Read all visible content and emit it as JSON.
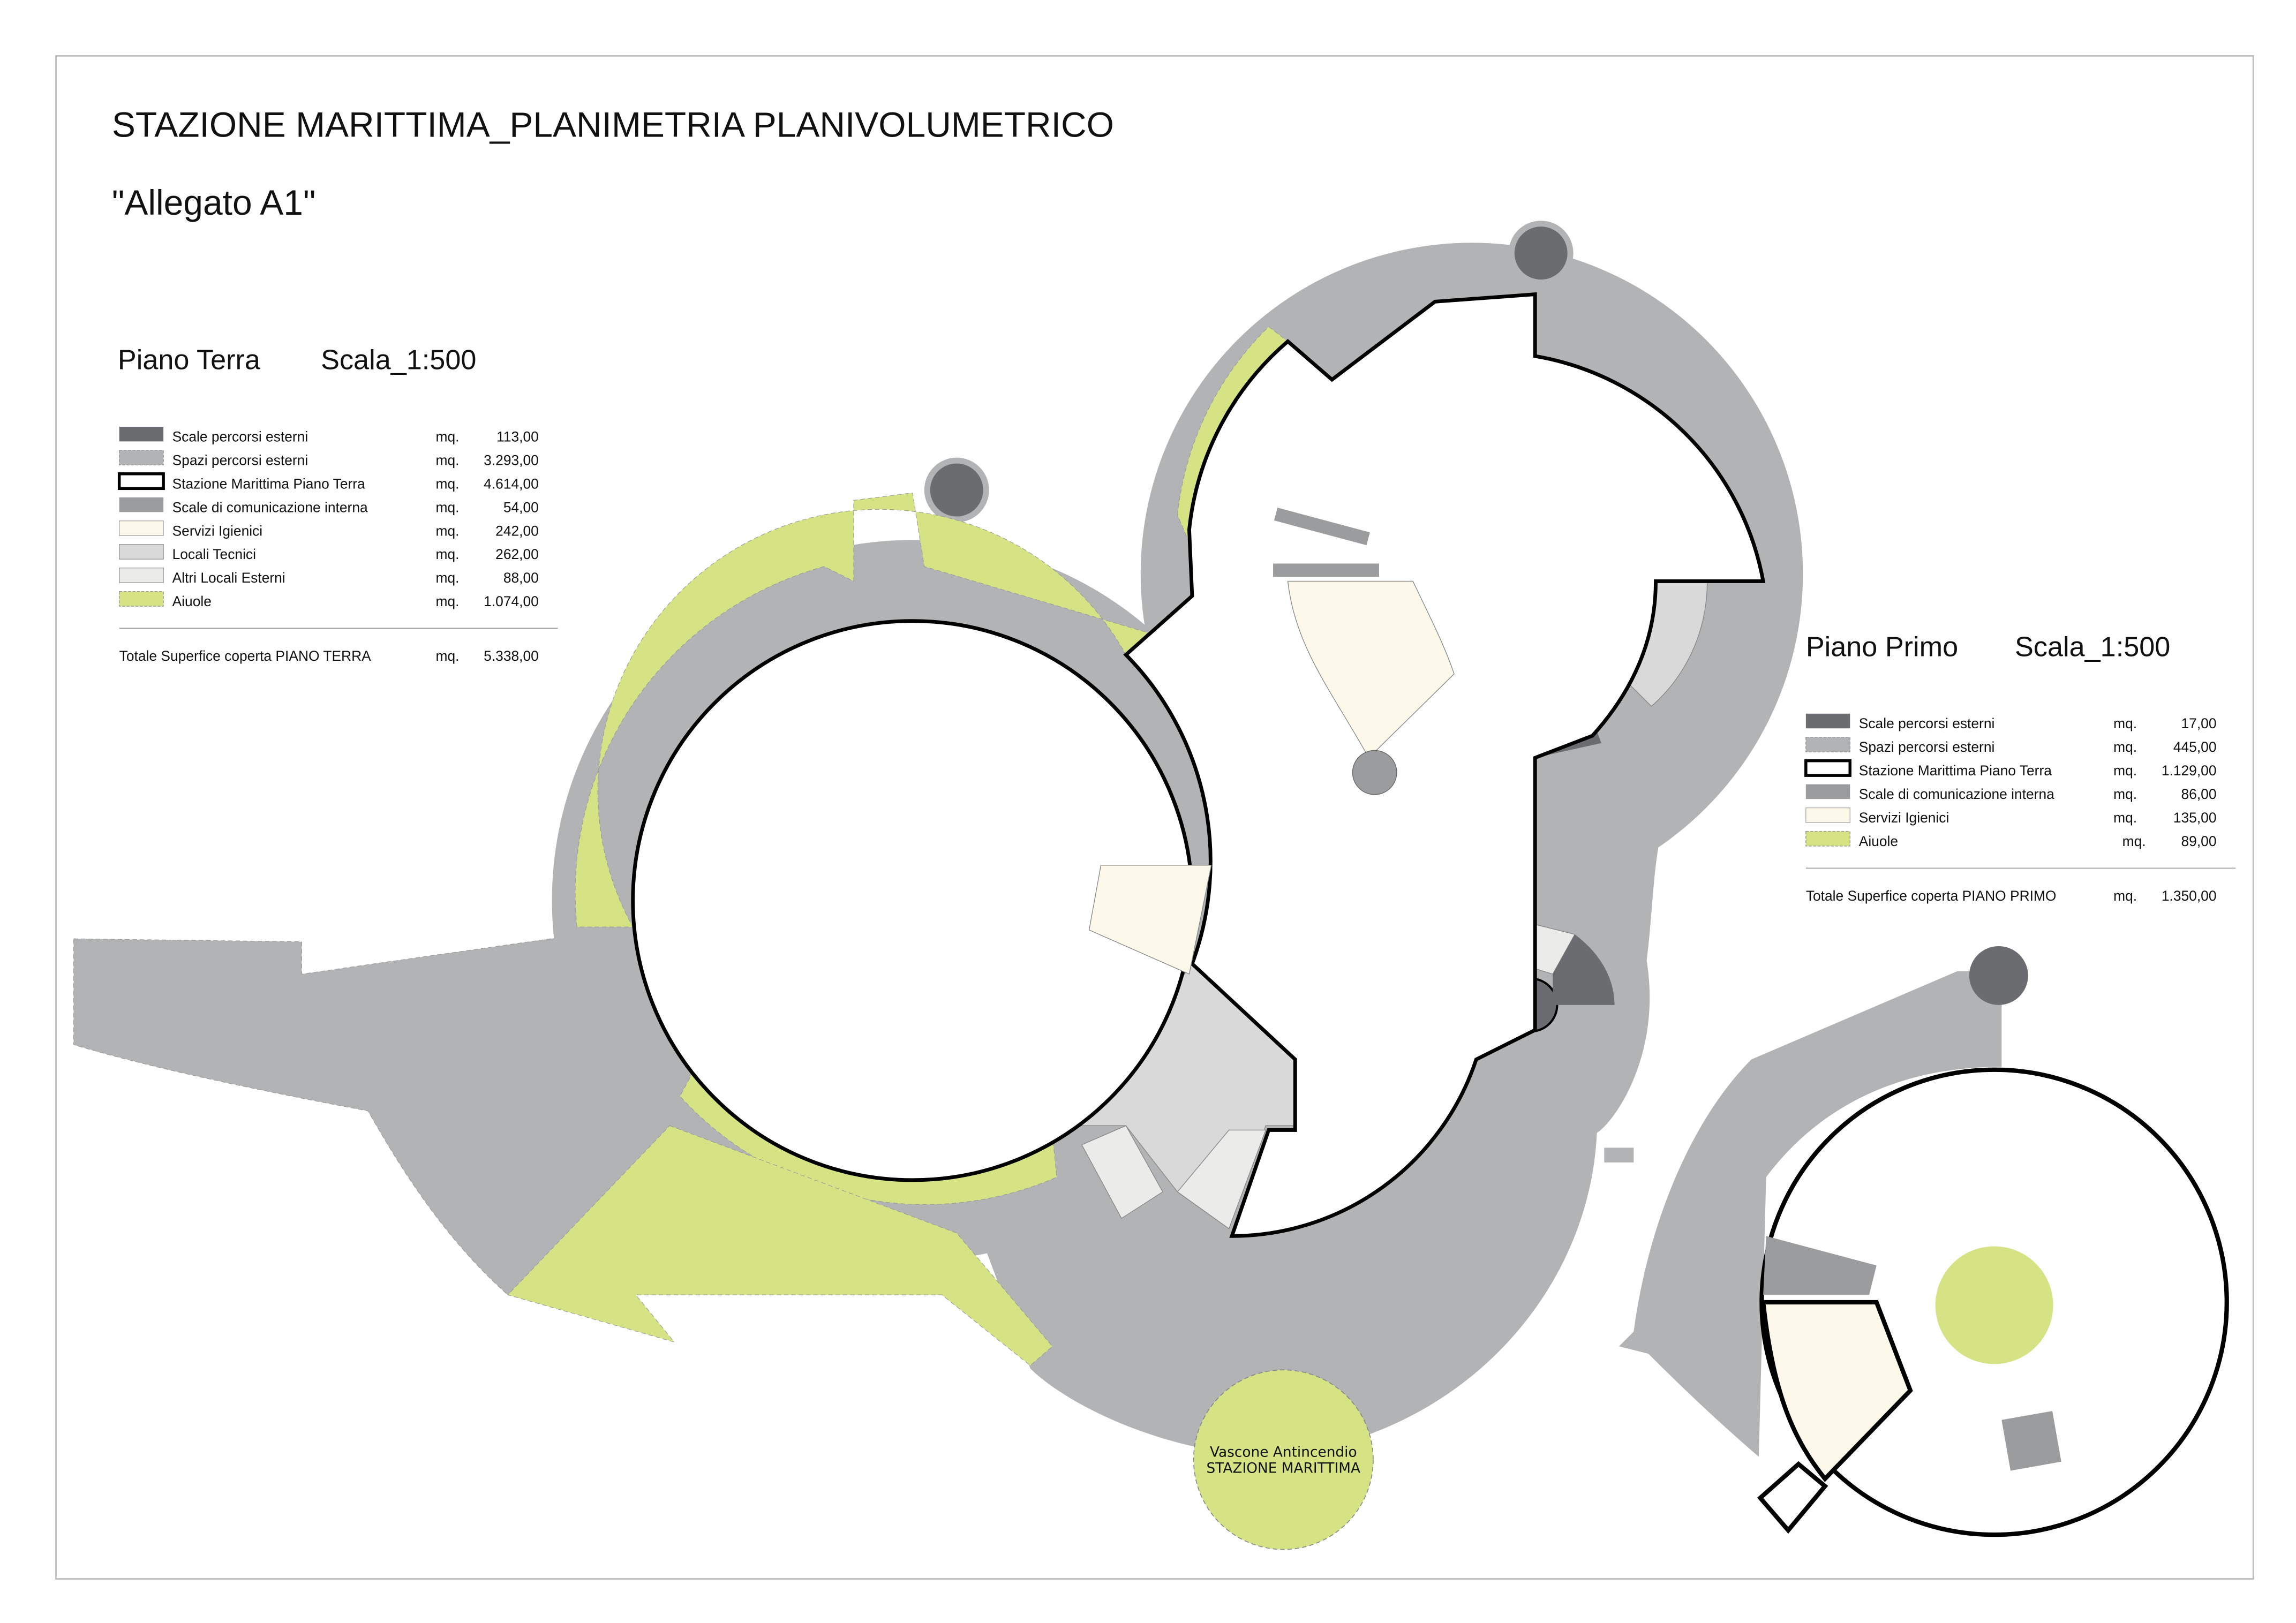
{
  "title": "STAZIONE MARITTIMA_PLANIMETRIA PLANIVOLUMETRICO",
  "subtitle": "\"Allegato A1\"",
  "colors": {
    "scale_percorsi_esterni": "#6b6c6f",
    "spazi_percorsi_esterni": "#b1b3b4",
    "stazione": "#ffffff",
    "scale_interne": "#9b9c9d",
    "servizi_igienici": "#fdf9ea",
    "locali_tecnici": "#d9d9d9",
    "altri_locali": "#ebebea",
    "aiuole": "#d5e384"
  },
  "piano_terra": {
    "heading": "Piano Terra",
    "scale": "Scala_1:500",
    "unit": "mq.",
    "items": [
      {
        "label": "Scale percorsi esterni",
        "value": "113,00"
      },
      {
        "label": "Spazi percorsi esterni",
        "value": "3.293,00"
      },
      {
        "label": "Stazione Marittima Piano Terra",
        "value": "4.614,00"
      },
      {
        "label": "Scale di comunicazione interna",
        "value": "54,00"
      },
      {
        "label": "Servizi Igienici",
        "value": "242,00"
      },
      {
        "label": "Locali Tecnici",
        "value": "262,00"
      },
      {
        "label": "Altri Locali Esterni",
        "value": "88,00"
      },
      {
        "label": "Aiuole",
        "value": "1.074,00"
      }
    ],
    "total_label": "Totale Superfice coperta PIANO TERRA",
    "total_value": "5.338,00"
  },
  "piano_primo": {
    "heading": "Piano Primo",
    "scale": "Scala_1:500",
    "unit": "mq.",
    "items": [
      {
        "label": "Scale percorsi esterni",
        "value": "17,00"
      },
      {
        "label": "Spazi percorsi esterni",
        "value": "445,00"
      },
      {
        "label": "Stazione Marittima Piano Terra",
        "value": "1.129,00"
      },
      {
        "label": "Scale di comunicazione interna",
        "value": "86,00"
      },
      {
        "label": "Servizi Igienici",
        "value": "135,00"
      },
      {
        "label": "Aiuole",
        "value": "89,00"
      }
    ],
    "total_label": "Totale Superfice coperta PIANO PRIMO",
    "total_value": "1.350,00"
  },
  "vascone": {
    "line1": "Vascone Antincendio",
    "line2": "STAZIONE MARITTIMA"
  }
}
